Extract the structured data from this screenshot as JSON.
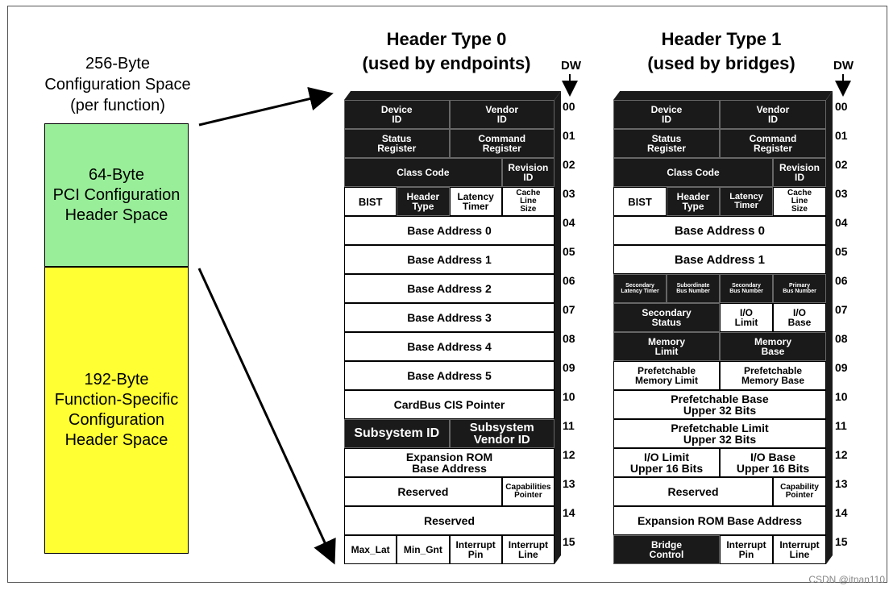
{
  "left": {
    "title_lines": [
      "256-Byte",
      "Configuration Space",
      "(per function)"
    ],
    "green_lines": [
      "64-Byte",
      "PCI Configuration",
      "Header Space"
    ],
    "yellow_lines": [
      "192-Byte",
      "Function-Specific",
      "Configuration",
      "Header Space"
    ],
    "green_color": "#99ee99",
    "yellow_color": "#ffff33"
  },
  "dw_label": "DW",
  "dw_numbers": [
    "00",
    "01",
    "02",
    "03",
    "04",
    "05",
    "06",
    "07",
    "08",
    "09",
    "10",
    "11",
    "12",
    "13",
    "14",
    "15"
  ],
  "header0": {
    "title_lines": [
      "Header Type 0",
      "(used by endpoints)"
    ],
    "rows": [
      [
        {
          "t": "Device\nID",
          "s": 2,
          "d": true,
          "f": 12
        },
        {
          "t": "Vendor\nID",
          "s": 2,
          "d": true,
          "f": 12
        }
      ],
      [
        {
          "t": "Status\nRegister",
          "s": 2,
          "d": true,
          "f": 12
        },
        {
          "t": "Command\nRegister",
          "s": 2,
          "d": true,
          "f": 12
        }
      ],
      [
        {
          "t": "Class Code",
          "s": 3,
          "d": true,
          "f": 12
        },
        {
          "t": "Revision\nID",
          "s": 1,
          "d": true,
          "f": 12
        }
      ],
      [
        {
          "t": "BIST",
          "s": 1,
          "d": false,
          "f": 13
        },
        {
          "t": "Header\nType",
          "s": 1,
          "d": true,
          "f": 12
        },
        {
          "t": "Latency\nTimer",
          "s": 1,
          "d": false,
          "f": 12
        },
        {
          "t": "Cache\nLine\nSize",
          "s": 1,
          "d": false,
          "f": 10
        }
      ],
      [
        {
          "t": "Base Address 0",
          "s": 4,
          "d": false,
          "f": 14
        }
      ],
      [
        {
          "t": "Base Address 1",
          "s": 4,
          "d": false,
          "f": 14
        }
      ],
      [
        {
          "t": "Base Address 2",
          "s": 4,
          "d": false,
          "f": 14
        }
      ],
      [
        {
          "t": "Base Address 3",
          "s": 4,
          "d": false,
          "f": 14
        }
      ],
      [
        {
          "t": "Base Address 4",
          "s": 4,
          "d": false,
          "f": 14
        }
      ],
      [
        {
          "t": "Base Address 5",
          "s": 4,
          "d": false,
          "f": 14
        }
      ],
      [
        {
          "t": "CardBus CIS Pointer",
          "s": 4,
          "d": false,
          "f": 14
        }
      ],
      [
        {
          "t": "Subsystem ID",
          "s": 2,
          "d": true,
          "f": 16
        },
        {
          "t": "Subsystem\nVendor ID",
          "s": 2,
          "d": true,
          "f": 15
        }
      ],
      [
        {
          "t": "Expansion ROM\nBase Address",
          "s": 4,
          "d": false,
          "f": 14
        }
      ],
      [
        {
          "t": "Reserved",
          "s": 3,
          "d": false,
          "f": 14
        },
        {
          "t": "Capabilities\nPointer",
          "s": 1,
          "d": false,
          "f": 10
        }
      ],
      [
        {
          "t": "Reserved",
          "s": 4,
          "d": false,
          "f": 14
        }
      ],
      [
        {
          "t": "Max_Lat",
          "s": 1,
          "d": false,
          "f": 12
        },
        {
          "t": "Min_Gnt",
          "s": 1,
          "d": false,
          "f": 12
        },
        {
          "t": "Interrupt\nPin",
          "s": 1,
          "d": false,
          "f": 12
        },
        {
          "t": "Interrupt\nLine",
          "s": 1,
          "d": false,
          "f": 12
        }
      ]
    ]
  },
  "header1": {
    "title_lines": [
      "Header Type 1",
      "(used by bridges)"
    ],
    "rows": [
      [
        {
          "t": "Device\nID",
          "s": 2,
          "d": true,
          "f": 12
        },
        {
          "t": "Vendor\nID",
          "s": 2,
          "d": true,
          "f": 12
        }
      ],
      [
        {
          "t": "Status\nRegister",
          "s": 2,
          "d": true,
          "f": 12
        },
        {
          "t": "Command\nRegister",
          "s": 2,
          "d": true,
          "f": 12
        }
      ],
      [
        {
          "t": "Class Code",
          "s": 3,
          "d": true,
          "f": 12
        },
        {
          "t": "Revision\nID",
          "s": 1,
          "d": true,
          "f": 12
        }
      ],
      [
        {
          "t": "BIST",
          "s": 1,
          "d": false,
          "f": 13
        },
        {
          "t": "Header\nType",
          "s": 1,
          "d": true,
          "f": 12
        },
        {
          "t": "Latency\nTimer",
          "s": 1,
          "d": true,
          "f": 11
        },
        {
          "t": "Cache\nLine\nSize",
          "s": 1,
          "d": false,
          "f": 10
        }
      ],
      [
        {
          "t": "Base Address 0",
          "s": 4,
          "d": false,
          "f": 15
        }
      ],
      [
        {
          "t": "Base Address 1",
          "s": 4,
          "d": false,
          "f": 15
        }
      ],
      [
        {
          "t": "Secondary\nLatency Timer",
          "s": 1,
          "d": true,
          "f": 7
        },
        {
          "t": "Subordinate\nBus Number",
          "s": 1,
          "d": true,
          "f": 7
        },
        {
          "t": "Secondary\nBus Number",
          "s": 1,
          "d": true,
          "f": 7
        },
        {
          "t": "Primary\nBus Number",
          "s": 1,
          "d": true,
          "f": 7
        }
      ],
      [
        {
          "t": "Secondary\nStatus",
          "s": 2,
          "d": true,
          "f": 12
        },
        {
          "t": "I/O\nLimit",
          "s": 1,
          "d": false,
          "f": 12
        },
        {
          "t": "I/O\nBase",
          "s": 1,
          "d": false,
          "f": 12
        }
      ],
      [
        {
          "t": "Memory\nLimit",
          "s": 2,
          "d": true,
          "f": 12
        },
        {
          "t": "Memory\nBase",
          "s": 2,
          "d": true,
          "f": 12
        }
      ],
      [
        {
          "t": "Prefetchable\nMemory Limit",
          "s": 2,
          "d": false,
          "f": 12
        },
        {
          "t": "Prefetchable\nMemory Base",
          "s": 2,
          "d": false,
          "f": 12
        }
      ],
      [
        {
          "t": "Prefetchable Base\nUpper 32 Bits",
          "s": 4,
          "d": false,
          "f": 14
        }
      ],
      [
        {
          "t": "Prefetchable Limit\nUpper 32 Bits",
          "s": 4,
          "d": false,
          "f": 14
        }
      ],
      [
        {
          "t": "I/O Limit\nUpper 16 Bits",
          "s": 2,
          "d": false,
          "f": 14
        },
        {
          "t": "I/O Base\nUpper 16 Bits",
          "s": 2,
          "d": false,
          "f": 14
        }
      ],
      [
        {
          "t": "Reserved",
          "s": 3,
          "d": false,
          "f": 14
        },
        {
          "t": "Capability\nPointer",
          "s": 1,
          "d": false,
          "f": 10
        }
      ],
      [
        {
          "t": "Expansion ROM Base Address",
          "s": 4,
          "d": false,
          "f": 14
        }
      ],
      [
        {
          "t": "Bridge\nControl",
          "s": 2,
          "d": true,
          "f": 12
        },
        {
          "t": "Interrupt\nPin",
          "s": 1,
          "d": false,
          "f": 12
        },
        {
          "t": "Interrupt\nLine",
          "s": 1,
          "d": false,
          "f": 12
        }
      ]
    ]
  },
  "watermark": "CSDN @itnan110"
}
